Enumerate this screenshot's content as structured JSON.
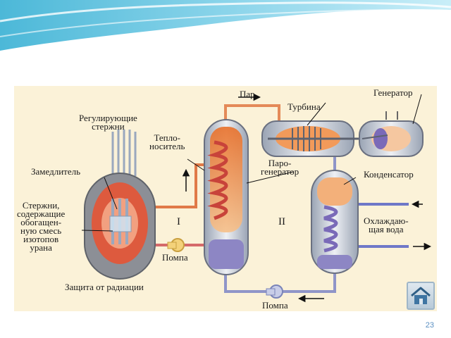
{
  "diagram": {
    "labels": {
      "steam": "Пар",
      "turbine": "Турбина",
      "generator": "Генератор",
      "control_rods": "Регулирующие\nстержни",
      "coolant": "Тепло-\nноситель",
      "steam_generator": "Паро-\nгенератор",
      "condenser": "Конденсатор",
      "moderator": "Замедлитель",
      "fuel_rods": "Стержни,\nсодержащие\nобогащен-\nную смесь\nизотопов\nурана",
      "circuit_1": "I",
      "circuit_2": "II",
      "cooling_water": "Охлаждаю-\nщая вода",
      "pump_primary": "Помпа",
      "pump_secondary": "Помпа",
      "radiation_shield": "Защита от радиации"
    }
  },
  "home_icon": "home-icon",
  "page_number": "23"
}
